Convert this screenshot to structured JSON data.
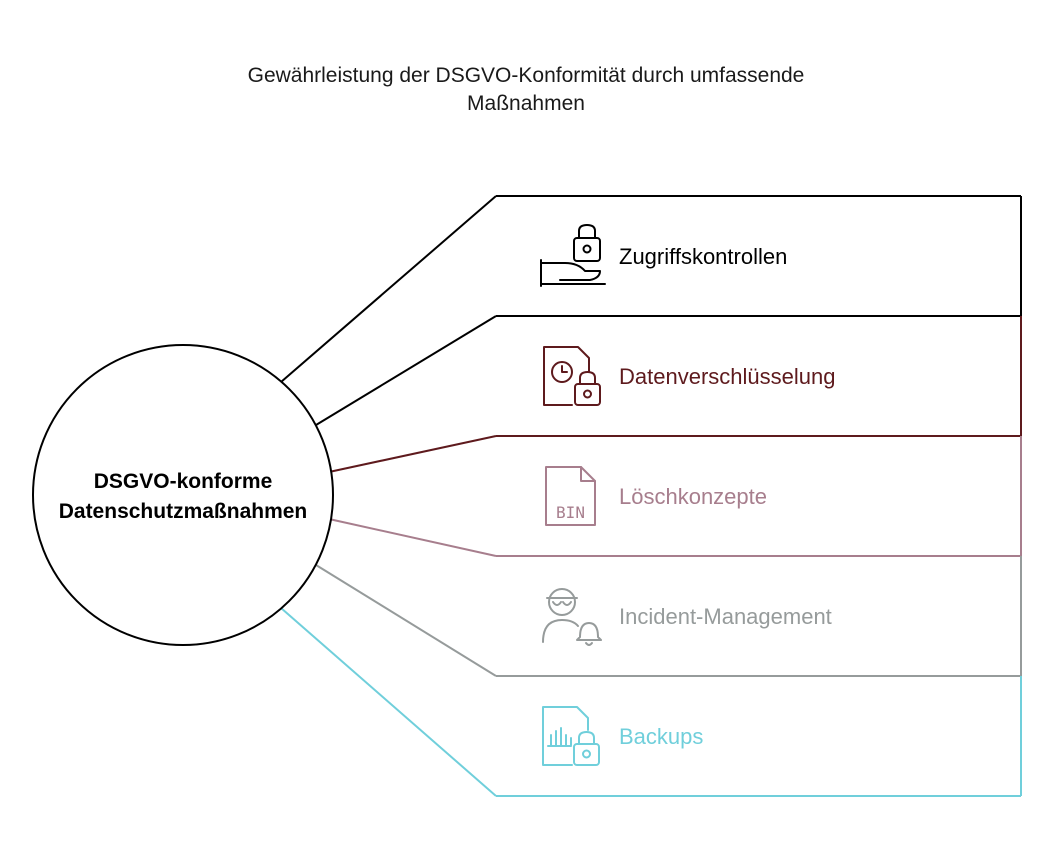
{
  "title": {
    "line1": "Gewährleistung der DSGVO-Konformität durch umfassende",
    "line2": "Maßnahmen"
  },
  "center": {
    "line1": "DSGVO-konforme",
    "line2": "Datenschutzmaßnahmen"
  },
  "items": [
    {
      "label": "Zugriffskontrollen",
      "icon": "hand-lock-icon",
      "color": "#000000"
    },
    {
      "label": "Datenverschlüsselung",
      "icon": "file-clock-lock-icon",
      "color": "#5e1a1d"
    },
    {
      "label": "Löschkonzepte",
      "icon": "bin-file-icon",
      "color": "#a77e8d"
    },
    {
      "label": "Incident-Management",
      "icon": "agent-alarm-icon",
      "color": "#969b9b"
    },
    {
      "label": "Backups",
      "icon": "chart-file-lock-icon",
      "color": "#70cfdb"
    }
  ]
}
